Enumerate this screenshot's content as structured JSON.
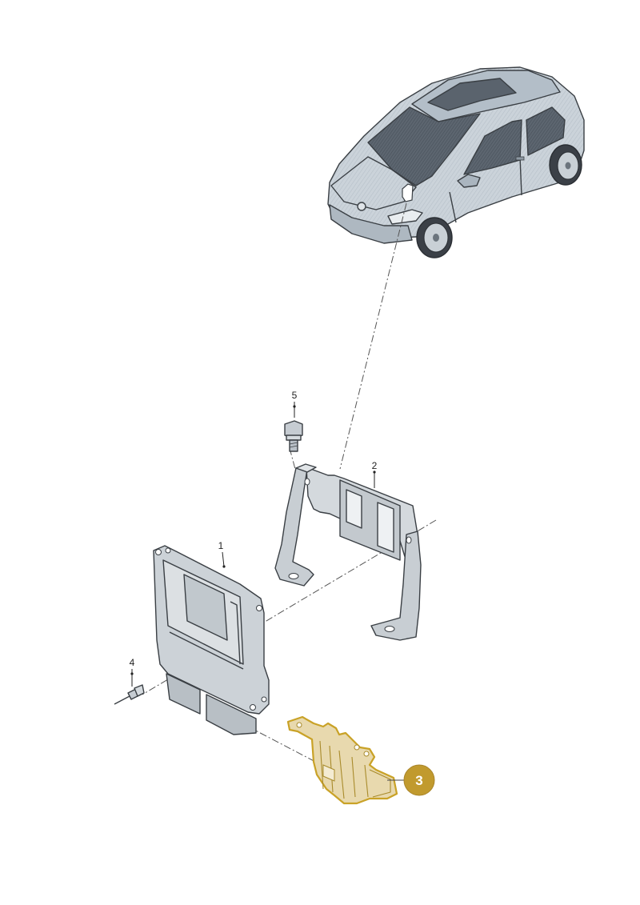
{
  "callouts": {
    "part_1": "1",
    "part_2": "2",
    "part_3": "3",
    "part_4": "4",
    "part_5": "5"
  },
  "colors": {
    "highlight_fill": "#e8d9ae",
    "highlight_stroke": "#c9a227",
    "badge": "#c19a2e",
    "part_fill": "#d3d8dc",
    "car_fill": "#c9d2da"
  },
  "highlighted_part": "3"
}
